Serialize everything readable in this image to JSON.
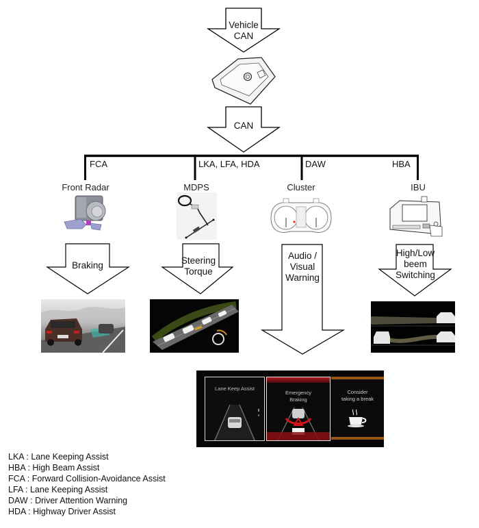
{
  "top_arrows": {
    "vehicle_can": [
      "Vehicle",
      "CAN"
    ],
    "can": "CAN"
  },
  "control_unit": {
    "icon": "camera-module-icon"
  },
  "branches": [
    {
      "function": "FCA",
      "component": "Front Radar",
      "action": [
        "Braking"
      ],
      "icon": "esc-brake-module-icon",
      "result": "forward-collision-scene"
    },
    {
      "function": "LKA, LFA, HDA",
      "component": "MDPS",
      "action": [
        "Steering",
        "Torque"
      ],
      "icon": "steering-system-icon",
      "result": "lane-keeping-scene"
    },
    {
      "function": "DAW",
      "component": "Cluster",
      "action": [
        "Audio /",
        "Visual",
        "Warning"
      ],
      "icon": "instrument-cluster-icon",
      "result": "cluster-warning-screens"
    },
    {
      "function": "HBA",
      "component": "IBU",
      "action": [
        "High/Low",
        "beem",
        "Switching"
      ],
      "icon": "ibu-module-icon",
      "result": "high-beam-scene"
    }
  ],
  "cluster_screens": [
    {
      "title": [
        "Lane Keep Assist"
      ],
      "style": "white"
    },
    {
      "title": [
        "Emergency",
        "Braking"
      ],
      "style": "red"
    },
    {
      "title": [
        "Consider",
        "taking a break"
      ],
      "style": "orange"
    }
  ],
  "colors": {
    "line": "#000000",
    "warning_red": "#c8161b",
    "warning_orange": "#c0651a",
    "screen_bg": "#050505"
  },
  "legend": [
    "LKA : Lane Keeping Assist",
    "HBA : High Beam Assist",
    "FCA : Forward Collision-Avoidance Assist",
    "LFA : Lane Keeping Assist",
    "DAW : Driver Attention Warning",
    "HDA : Highway Driver Assist"
  ]
}
